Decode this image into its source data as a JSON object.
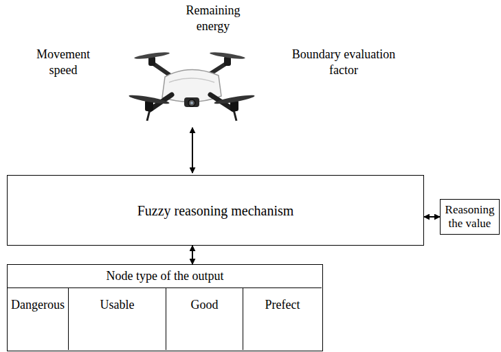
{
  "diagram": {
    "nodes": [
      {
        "text": [
          "Fuzzy reasoning mechanism"
        ]
      },
      {
        "text": [
          "Reasoning the value"
        ]
      },
      {
        "text": [
          "Node type of the output"
        ]
      },
      {
        "text": [
          "Dangerous"
        ],
        "in": 2
      },
      {
        "text": [
          "Usable"
        ],
        "in": 2
      },
      {
        "text": [
          "Good"
        ],
        "in": 2
      },
      {
        "text": [
          "Prefect"
        ],
        "in": 2
      }
    ],
    "edges": [
      {
        "from": 0,
        "to": 1,
        "arrow": "both"
      },
      {
        "from": 0,
        "to": 2,
        "arrow": "both"
      }
    ],
    "labels": [
      "Remaining energy",
      "Movement speed",
      "Boundary evaluation factor"
    ]
  }
}
